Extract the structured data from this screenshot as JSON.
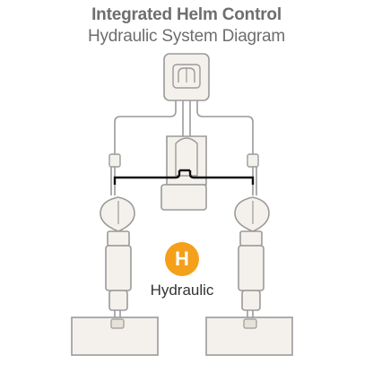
{
  "header": {
    "title": "Integrated Helm Control",
    "subtitle": "Hydraulic System Diagram"
  },
  "legend": {
    "badge_letter": "H",
    "label": "Hydraulic",
    "badge_color": "#f5a01a"
  },
  "colors": {
    "line": "#9a9a9a",
    "fill": "#f4f1ec",
    "connector": "#111111"
  }
}
